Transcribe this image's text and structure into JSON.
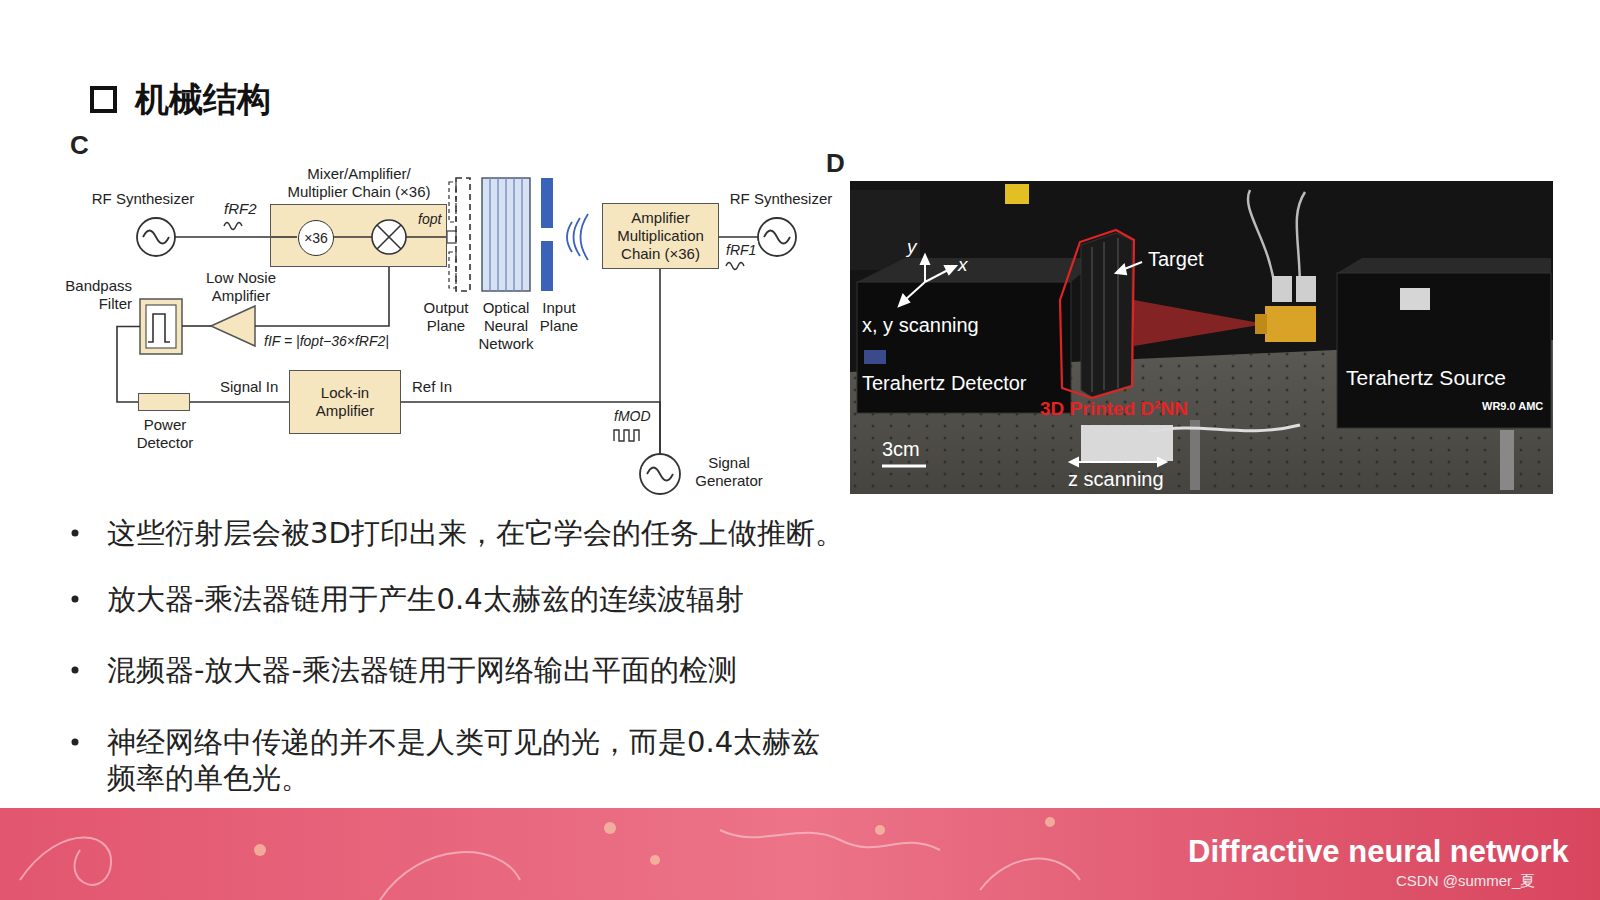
{
  "diagram": {
    "title": "机械结构",
    "nodes": [
      {
        "text": [
          "RF Synthesizer"
        ]
      },
      {
        "text": [
          "Mixer/Amplifier/ Multiplier Chain (×36)"
        ]
      },
      {
        "text": [
          "×36"
        ],
        "in": 1
      },
      {
        "text": [
          "Output Plane"
        ]
      },
      {
        "text": [
          "Optical Neural Network"
        ]
      },
      {
        "text": [
          "Input Plane"
        ]
      },
      {
        "text": [
          "Amplifier Multiplication Chain (×36)"
        ]
      },
      {
        "text": [
          "RF Synthesizer"
        ]
      },
      {
        "text": [
          "Bandpass Filter"
        ]
      },
      {
        "text": [
          "Low Nosie Amplifier"
        ]
      },
      {
        "text": [
          "Lock-in Amplifier"
        ]
      },
      {
        "text": [
          "Power Detector"
        ]
      },
      {
        "text": [
          "Signal Generator"
        ]
      }
    ],
    "edges": [
      {
        "from": 0,
        "to": 1,
        "arrow": "none",
        "label": "fRF2"
      },
      {
        "from": 1,
        "to": 9,
        "arrow": "none",
        "label": "fIF = |fopt−36×fRF2|"
      },
      {
        "from": 9,
        "to": 8,
        "arrow": "none"
      },
      {
        "from": 8,
        "to": 11,
        "arrow": "none"
      },
      {
        "from": 11,
        "to": 10,
        "arrow": "none",
        "label": "Signal In"
      },
      {
        "from": 12,
        "to": 10,
        "arrow": "none",
        "label": "Ref In"
      },
      {
        "from": 12,
        "to": 6,
        "arrow": "none",
        "label": "fMOD"
      },
      {
        "from": 7,
        "to": 6,
        "arrow": "none",
        "label": "fRF1"
      }
    ],
    "labels": [
      "C",
      "fopt",
      "D",
      "y",
      "x",
      "x, y scanning",
      "Target",
      "Terahertz Detector",
      "3D Printed D²NN",
      "Terahertz Source",
      "WR9.0 AMC",
      "3cm",
      "z scanning",
      "这些衍射层会被3D打印出来，在它学会的任务上做推断。",
      "放大器-乘法器链用于产生0.4太赫兹的连续波辐射",
      "混频器-放大器-乘法器链用于网络输出平面的检测",
      "神经网络中传递的并不是人类可见的光，而是0.4太赫兹频率的单色光。",
      "Diffractive neural network",
      "CSDN @summer_夏"
    ]
  }
}
